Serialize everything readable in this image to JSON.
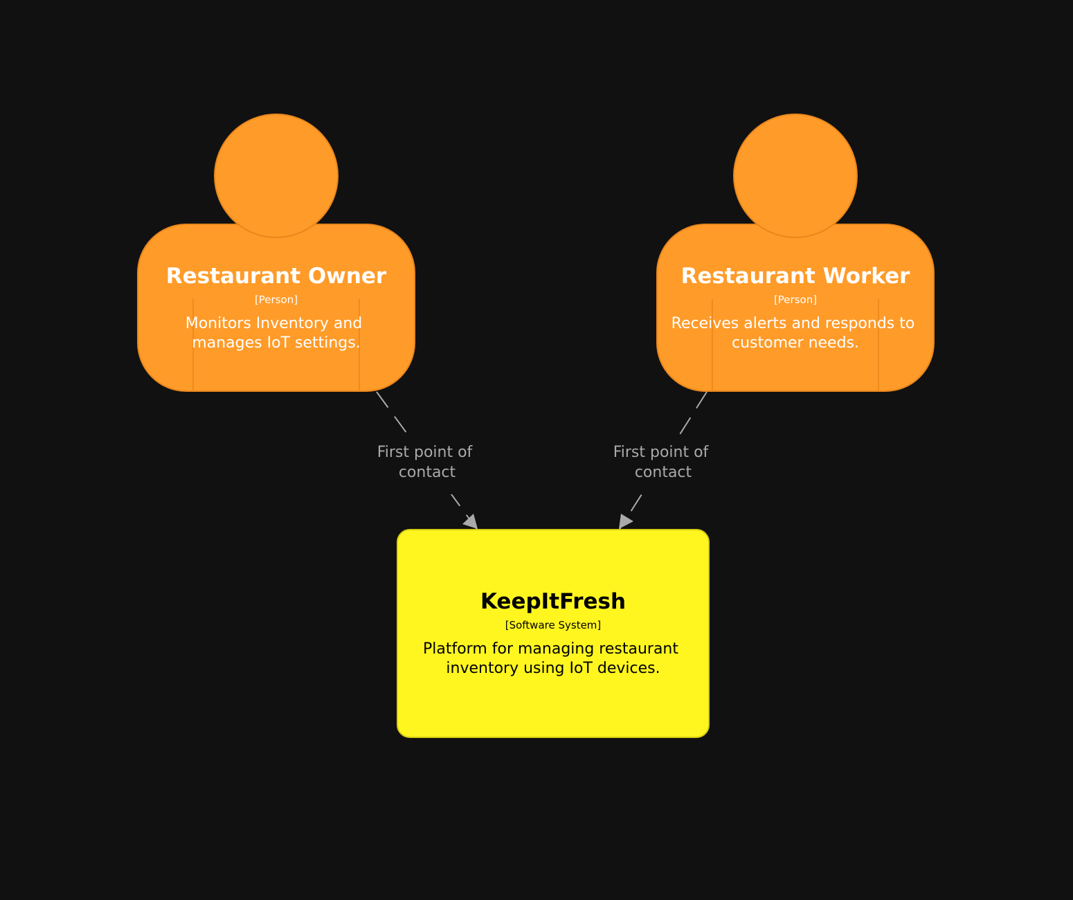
{
  "nodes": {
    "owner": {
      "name": "Restaurant Owner",
      "type": "[Person]",
      "description_lines": [
        "Monitors Inventory and",
        "manages IoT settings."
      ],
      "color": "#ff9b29"
    },
    "worker": {
      "name": "Restaurant Worker",
      "type": "[Person]",
      "description_lines": [
        "Receives alerts and responds to",
        "customer needs."
      ],
      "color": "#ff9b29"
    },
    "system": {
      "name": "KeepItFresh",
      "type": "[Software System]",
      "description_lines": [
        "Platform for managing restaurant",
        "inventory using IoT devices."
      ],
      "color": "#fff620"
    }
  },
  "edges": [
    {
      "from": "owner",
      "to": "system",
      "label_lines": [
        "First point of",
        "contact"
      ]
    },
    {
      "from": "worker",
      "to": "system",
      "label_lines": [
        "First point of",
        "contact"
      ]
    }
  ],
  "colors": {
    "background": "#111111",
    "edge": "#aaaaaa",
    "person_stroke": "#e8861c",
    "system_stroke": "#d6cd10"
  }
}
